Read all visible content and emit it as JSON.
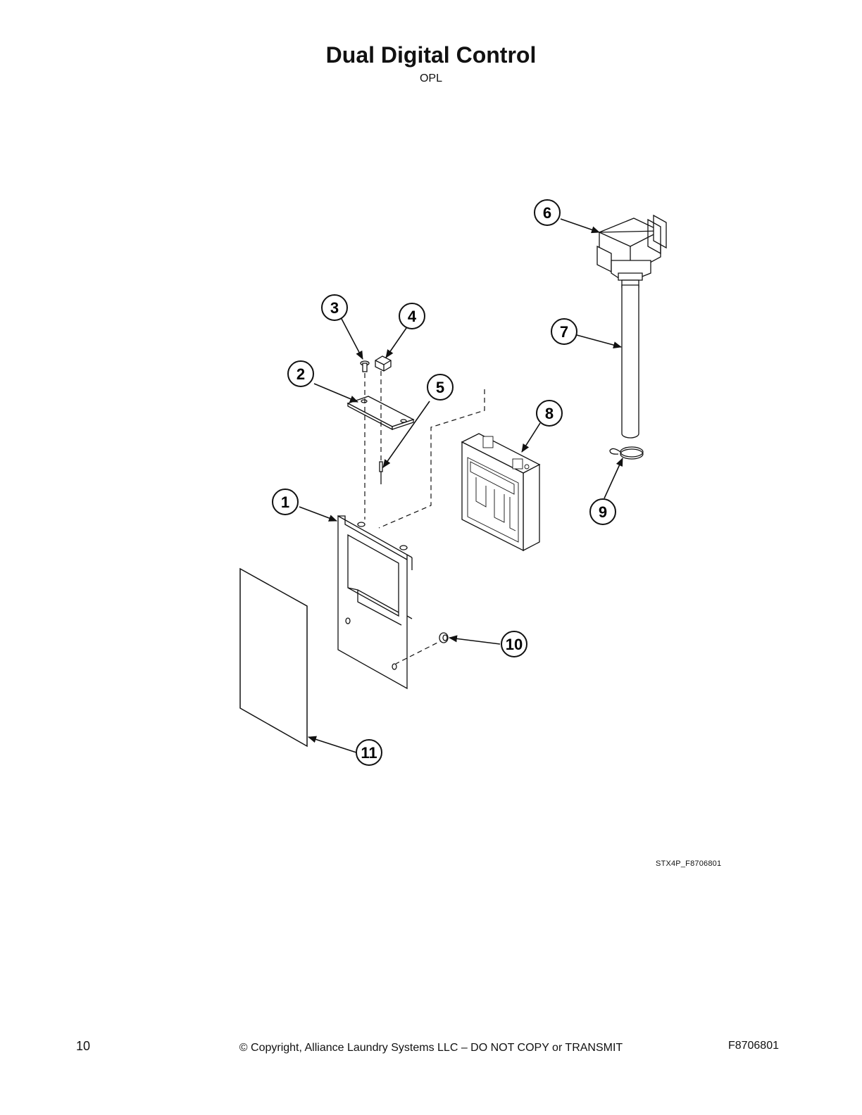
{
  "header": {
    "title": "Dual Digital Control",
    "subtitle": "OPL"
  },
  "diagram": {
    "callouts": [
      {
        "id": "callout-1",
        "label": "1"
      },
      {
        "id": "callout-2",
        "label": "2"
      },
      {
        "id": "callout-3",
        "label": "3"
      },
      {
        "id": "callout-4",
        "label": "4"
      },
      {
        "id": "callout-5",
        "label": "5"
      },
      {
        "id": "callout-6",
        "label": "6"
      },
      {
        "id": "callout-7",
        "label": "7"
      },
      {
        "id": "callout-8",
        "label": "8"
      },
      {
        "id": "callout-9",
        "label": "9"
      },
      {
        "id": "callout-10",
        "label": "10"
      },
      {
        "id": "callout-11",
        "label": "11"
      }
    ],
    "figure_id": "STX4P_F8706801"
  },
  "footer": {
    "page_number": "10",
    "copyright": "© Copyright, Alliance Laundry Systems LLC – DO NOT COPY or TRANSMIT",
    "doc_number": "F8706801"
  }
}
